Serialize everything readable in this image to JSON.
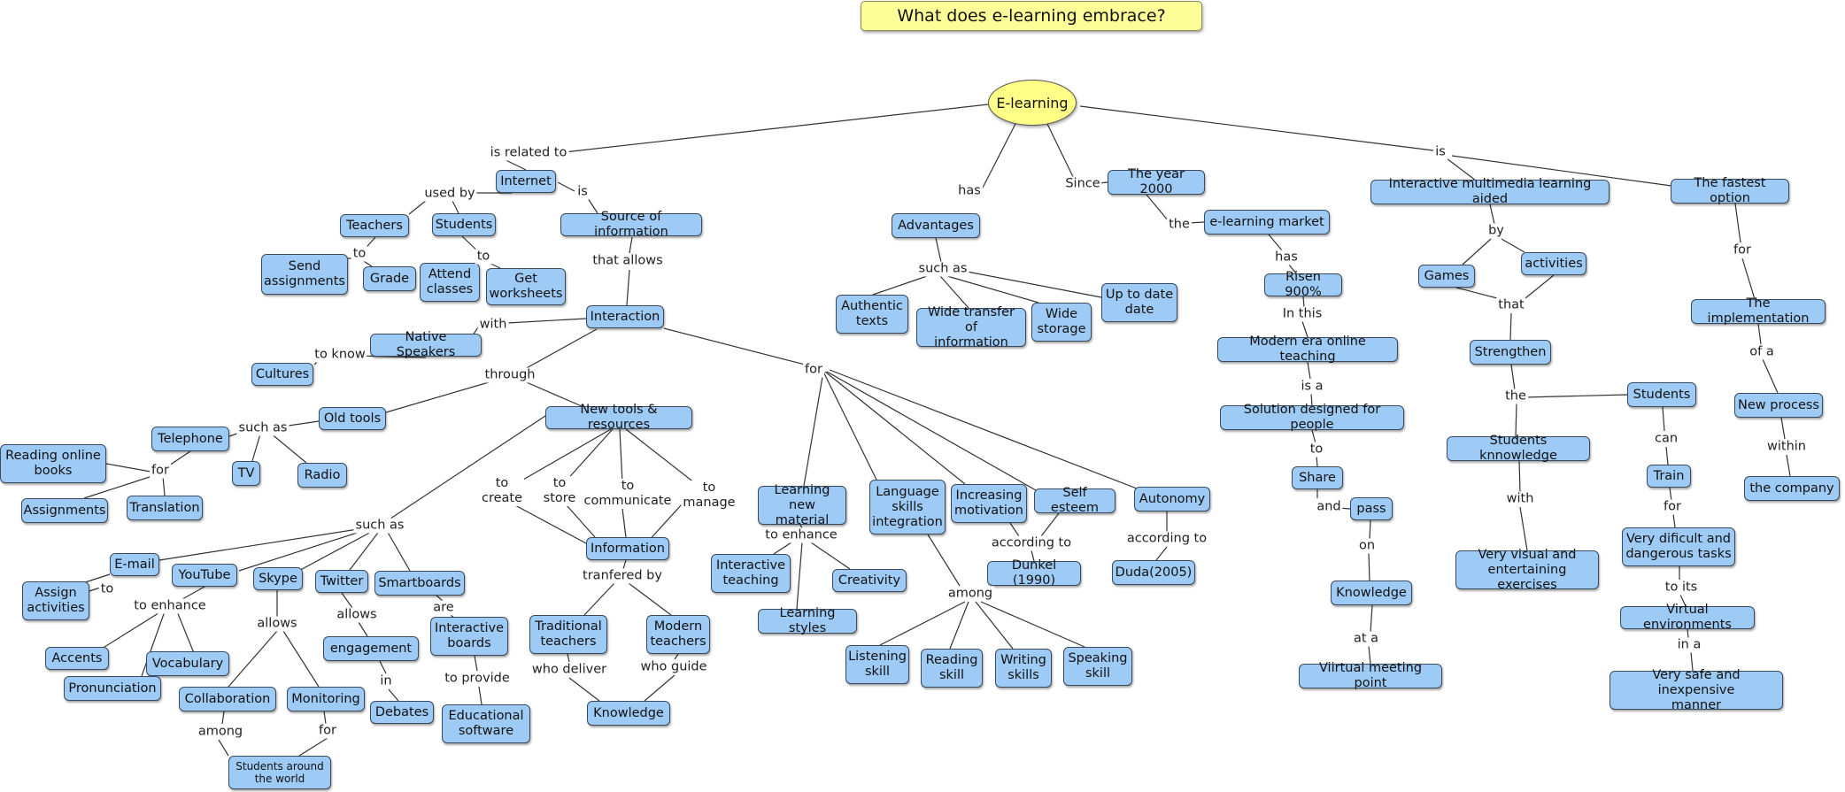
{
  "title": "What does e-learning embrace?",
  "root": "E-learning",
  "nodes": {
    "internet": "Internet",
    "teachers": "Teachers",
    "students_a": "Students",
    "send_assignments": "Send\nassignments",
    "grade": "Grade",
    "attend_classes": "Attend\nclasses",
    "get_worksheets": "Get\nworksheets",
    "source_info": "Source of information",
    "interaction": "Interaction",
    "native_speakers": "Native Speakers",
    "cultures": "Cultures",
    "old_tools": "Old tools",
    "telephone": "Telephone",
    "tv": "TV",
    "radio": "Radio",
    "reading_books": "Reading online\nbooks",
    "assignments": "Assignments",
    "translation": "Translation",
    "new_tools": "New tools & resources",
    "email": "E-mail",
    "youtube": "YouTube",
    "skype": "Skype",
    "twitter": "Twitter",
    "smartboards": "Smartboards",
    "assign_activities": "Assign\nactivities",
    "accents": "Accents",
    "vocabulary": "Vocabulary",
    "pronunciation": "Pronunciation",
    "collaboration": "Collaboration",
    "monitoring": "Monitoring",
    "students_world": "Students around\nthe world",
    "engagement": "engagement",
    "debates": "Debates",
    "interactive_boards": "Interactive\nboards",
    "educational_software": "Educational\nsoftware",
    "information": "Information",
    "traditional_teachers": "Traditional\nteachers",
    "modern_teachers": "Modern\nteachers",
    "knowledge_a": "Knowledge",
    "learning_new": "Learning\nnew material",
    "interactive_teaching": "Interactive\nteaching",
    "creativity": "Creativity",
    "learning_styles": "Learning styles",
    "language_skills": "Language\nskills\nintegration",
    "increasing_motivation": "Increasing\nmotivation",
    "self_esteem": "Self esteem",
    "autonomy": "Autonomy",
    "dunkel": "Dunkel (1990)",
    "duda": "Duda(2005)",
    "listening": "Listening\nskill",
    "reading": "Reading\nskill",
    "writing": "Writing\nskills",
    "speaking": "Speaking\nskill",
    "advantages": "Advantages",
    "authentic_texts": "Authentic\ntexts",
    "wide_transfer": "Wide transfer of\ninformation",
    "wide_storage": "Wide\nstorage",
    "up_to_date": "Up to date\ndate",
    "year_2000": "The year 2000",
    "elearning_market": "e-learning market",
    "risen": "Risen 900%",
    "modern_era": "Modern era online teaching",
    "solution": "Solution designed for people",
    "share": "Share",
    "pass": "pass",
    "knowledge_b": "Knowledge",
    "virtual_meeting": "Viirtual meeting point",
    "interactive_multimedia": "Interactive multimedia learning aided",
    "games": "Games",
    "activities": "activities",
    "strengthen": "Strengthen",
    "students_knowledge": "Students knnowledge",
    "very_visual": "Very visual and\nentertaining exercises",
    "students_b": "Students",
    "train": "Train",
    "very_dificult": "Very dificult and\ndangerous  tasks",
    "virtual_env": "Virtual environments",
    "very_safe": "Very safe  and inexpensive\nmanner",
    "fastest_option": "The fastest option",
    "implementation": "The implementation",
    "new_process": "New process",
    "the_company": "the company"
  },
  "labels": {
    "is_related_to": "is related to",
    "used_by": "used by",
    "is_a": "is",
    "to_a": "to",
    "to_b": "to",
    "that_allows": "that allows",
    "with_a": "with",
    "to_know": "to know",
    "through": "through",
    "such_as_a": "such as",
    "for_a": "for",
    "such_as_b": "such as",
    "to_c": "to",
    "to_enhance_a": "to enhance",
    "allows_a": "allows",
    "allows_b": "allows",
    "are": "are",
    "in_a": "in",
    "to_provide": "to provide",
    "among_a": "among",
    "for_b": "for",
    "to_create": "to\ncreate",
    "to_store": "to\nstore",
    "to_communicate": "to\ncommunicate",
    "to_manage": "to\nmanage",
    "tranfered_by": "tranfered by",
    "who_deliver": "who deliver",
    "who_guide": "who guide",
    "for_c": "for",
    "to_enhance_b": "to enhance",
    "according_to_a": "according to",
    "according_to_b": "according to",
    "among_b": "among",
    "has_a": "has",
    "such_as_c": "such as",
    "since": "Since",
    "the_a": "the",
    "has_b": "has",
    "in_this": "In this",
    "is_a2": "is a",
    "to_d": "to",
    "and": "and",
    "on": "on",
    "at_a": "at a",
    "is_b": "is",
    "by": "by",
    "that": "that",
    "the_b": "the",
    "with_b": "with",
    "can": "can",
    "for_d": "for",
    "to_its": "to its",
    "in_a2": "in a",
    "for_e": "for",
    "of_a": "of  a",
    "within": "within"
  }
}
